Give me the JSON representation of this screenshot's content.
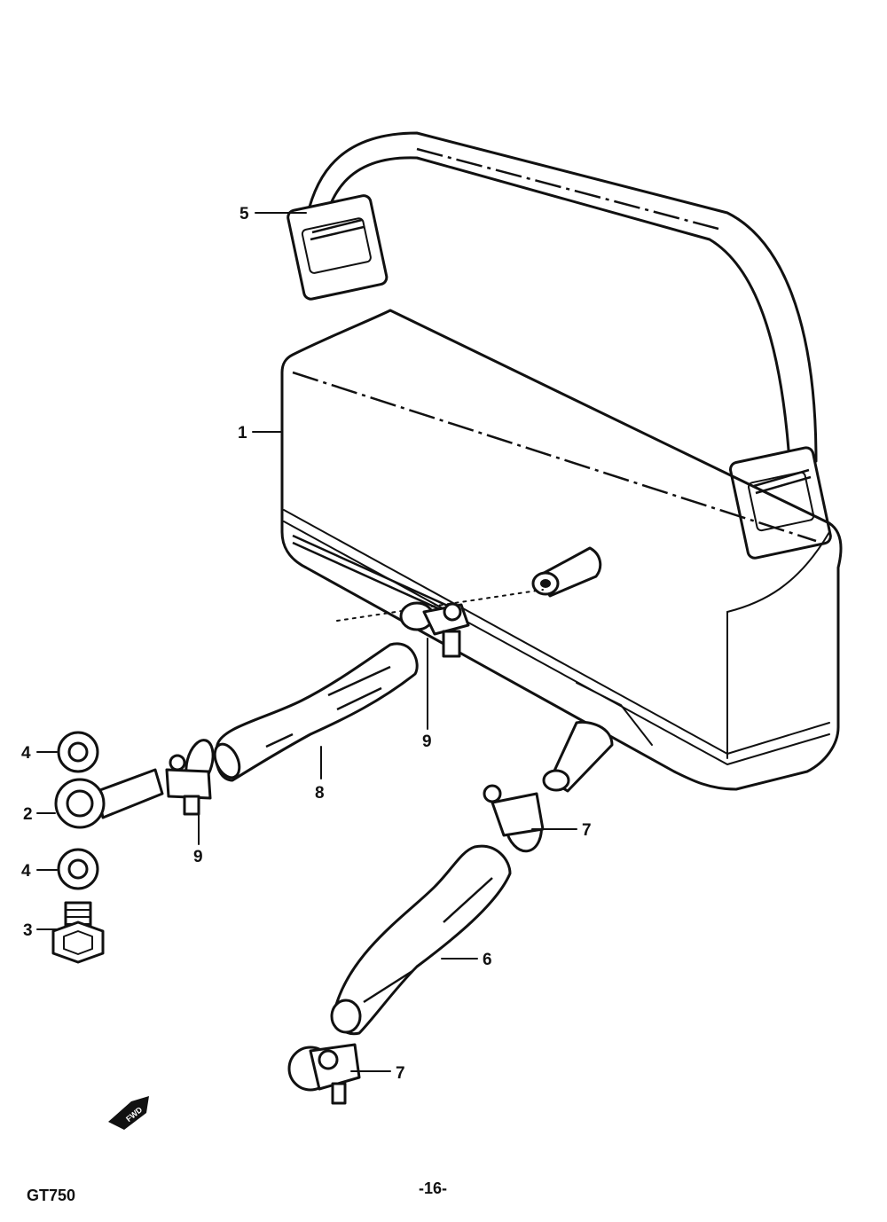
{
  "callouts": {
    "c1": "1",
    "c2": "2",
    "c3": "3",
    "c4a": "4",
    "c4b": "4",
    "c5": "5",
    "c6": "6",
    "c7a": "7",
    "c7b": "7",
    "c8": "8",
    "c9a": "9",
    "c9b": "9"
  },
  "footer": {
    "model": "GT750",
    "page": "-16-"
  },
  "arrow_label": "FWD"
}
